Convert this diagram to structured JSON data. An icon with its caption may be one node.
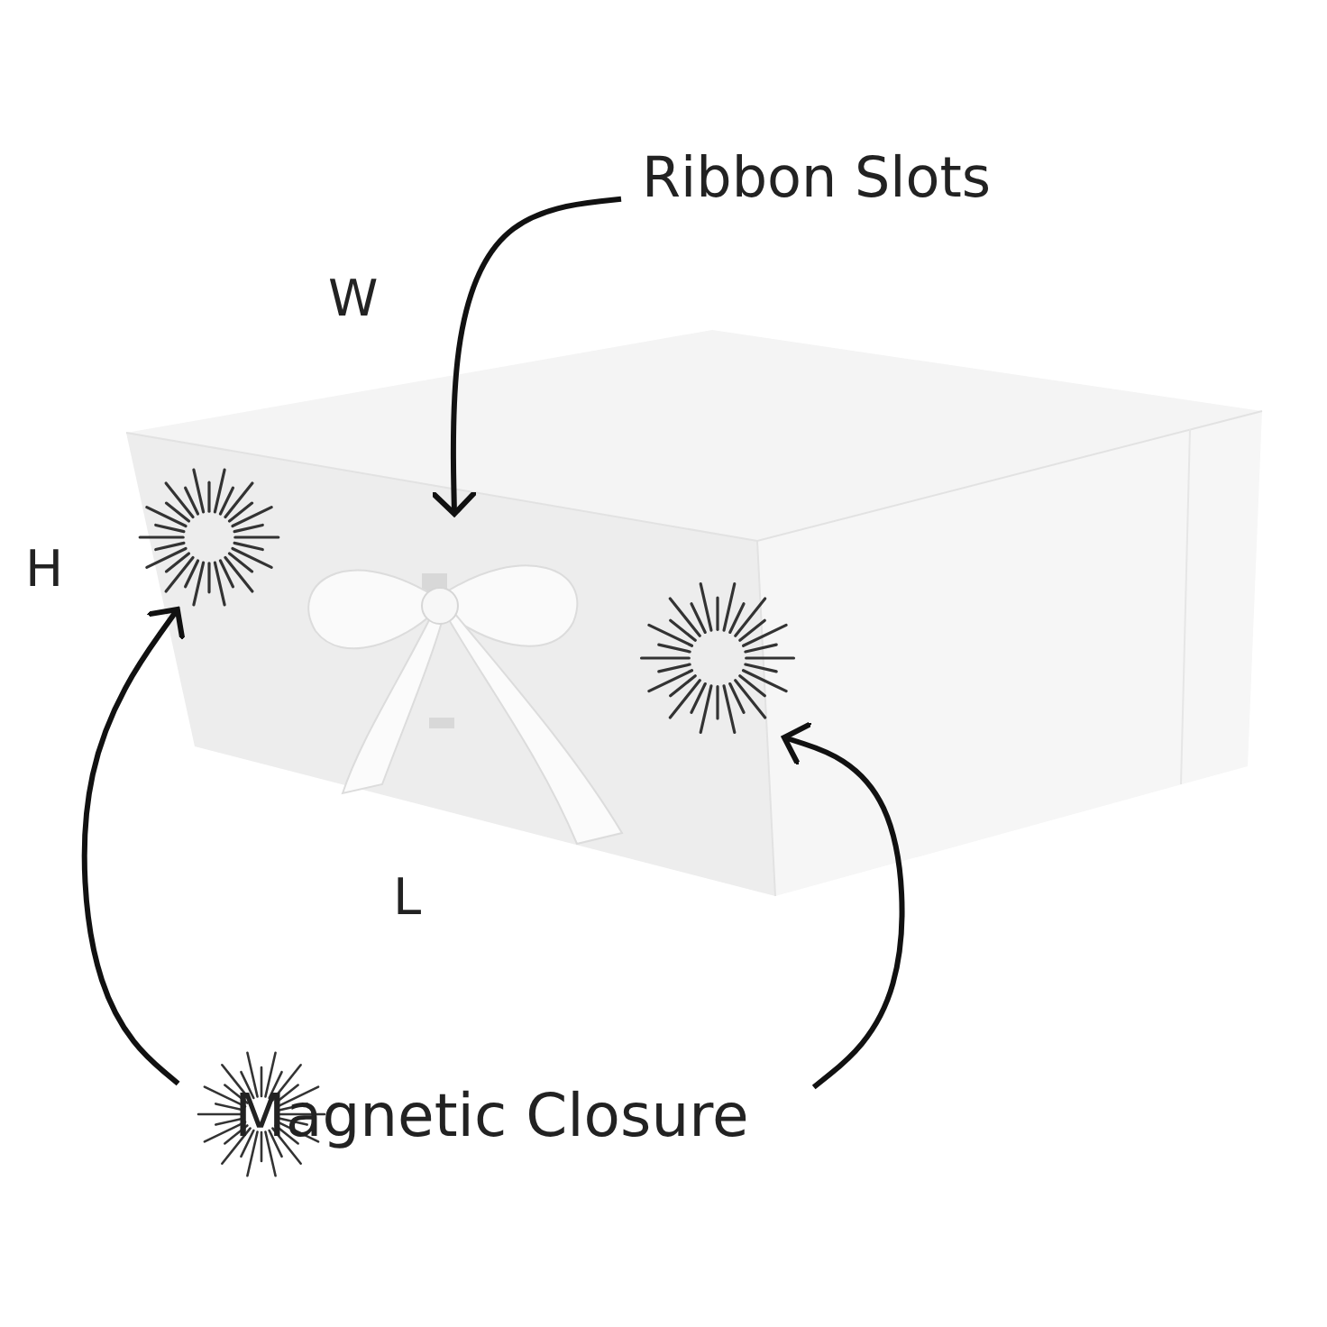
{
  "diagram": {
    "nodes": [
      {
        "text": [
          "Ribbon Slots"
        ]
      },
      {
        "text": [
          "Magnetic Closure"
        ]
      },
      {
        "text": [],
        "shape": "picture"
      },
      {
        "text": [],
        "shape": "picture"
      }
    ],
    "edges": [
      {
        "from": 0,
        "to": null,
        "arrow": "to"
      },
      {
        "from": 1,
        "to": 2,
        "arrow": "to"
      },
      {
        "from": 1,
        "to": 3,
        "arrow": "to"
      }
    ],
    "labels": [
      "W",
      "H",
      "L"
    ]
  }
}
